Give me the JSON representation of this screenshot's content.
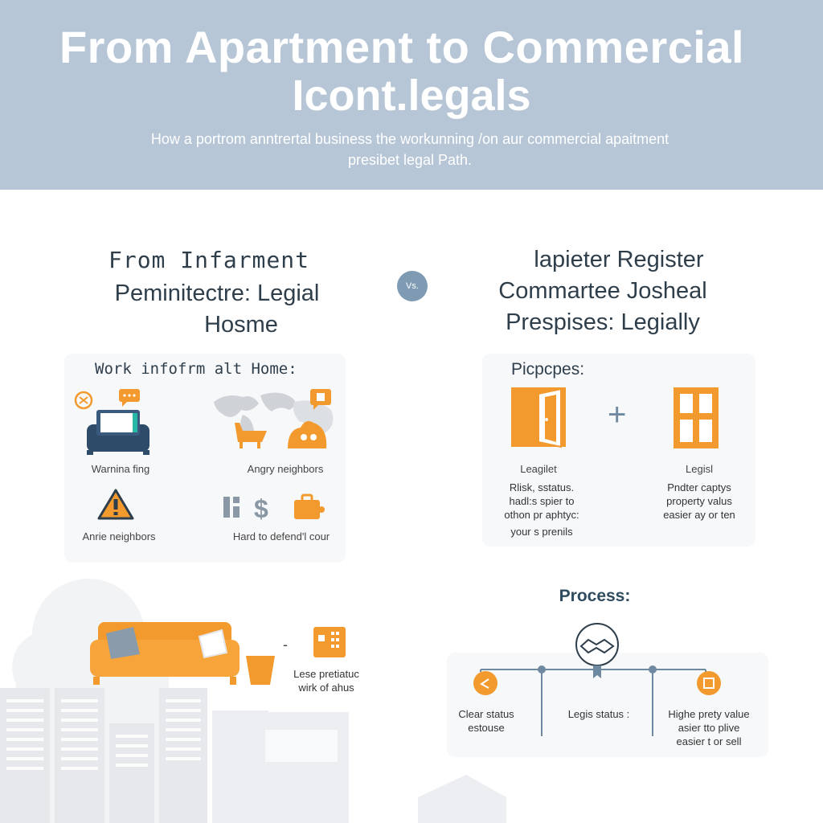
{
  "header": {
    "title_line1": "From Apartment to Commercial",
    "title_line2": "Icont.legals",
    "subtitle_line1": "How a portrom anntrertal business the workunning /on aur commercial apaitment",
    "subtitle_line2": "presibet legal Path."
  },
  "left": {
    "title_line1": "From Infarment",
    "title_line2": "Peminitectre: Legial",
    "title_line3": "Hosme",
    "section_label": "Work infofrm alt Home:",
    "items": [
      {
        "label": "Warnina fing",
        "icon": "sofa-laptop-icon"
      },
      {
        "label": "Angry neighbors",
        "icon": "world-map-icon"
      },
      {
        "label": "Anrie neighbors",
        "icon": "warning-icon"
      },
      {
        "label": "Hard to defend'l cour",
        "icon": "money-icon"
      }
    ],
    "bottom_text_line1": "Lese pretiatuc",
    "bottom_text_line2": "wirk of ahus",
    "bottom_dash": "-"
  },
  "vs_label": "Vs.",
  "right": {
    "title_line1": "lapieter Register",
    "title_line2": "Commartee Josheal",
    "title_line3": "Prespises: Legially",
    "section_label": "Picpcpes:",
    "plus": "+",
    "items": [
      {
        "label": "Leagilet",
        "text_lines": [
          "Rlisk, sstatus.",
          "hadl:s spier to",
          "othon pr aphtyc:",
          "your s prenils"
        ],
        "icon": "door-icon"
      },
      {
        "label": "Legisl",
        "text_lines": [
          "Pndter captys",
          "property valus",
          "easier ay or ten"
        ],
        "icon": "window-icon"
      }
    ],
    "process": {
      "title": "Process:",
      "steps": [
        {
          "label_lines": [
            "Clear status",
            "estouse"
          ],
          "icon": "arrow-icon"
        },
        {
          "label_lines": [
            "Legis status :"
          ],
          "icon": "none"
        },
        {
          "label_lines": [
            "Highe prety value",
            "asier tto plive",
            "easier t or sell"
          ],
          "icon": "document-icon"
        }
      ],
      "center_icon": "handshake-icon"
    }
  },
  "colors": {
    "header_bg": "#b6c6d6",
    "accent_orange": "#f39a2e",
    "dark_navy": "#2f3e4b",
    "vs_circle": "#7f9bb3",
    "line_blue": "#6f8aa0"
  }
}
